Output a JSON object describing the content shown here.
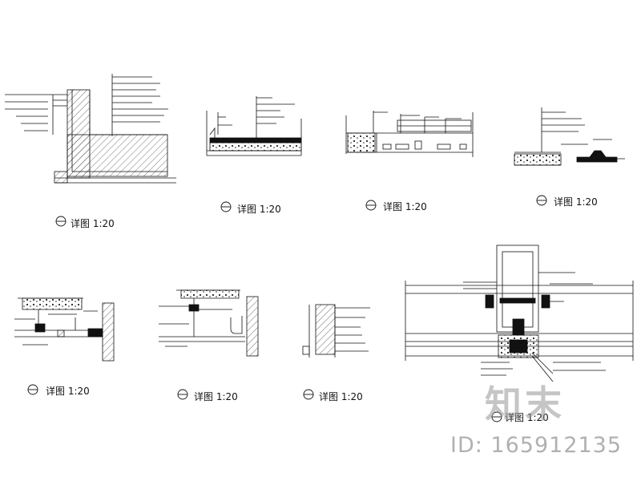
{
  "details": [
    {
      "id": "d1",
      "title": "详图 1:20"
    },
    {
      "id": "d2",
      "title": "详图 1:20"
    },
    {
      "id": "d3",
      "title": "详图 1:20"
    },
    {
      "id": "d4",
      "title": "详图 1:20"
    },
    {
      "id": "d5",
      "title": "详图 1:20"
    },
    {
      "id": "d6",
      "title": "详图 1:20"
    },
    {
      "id": "d7",
      "title": "详图 1:20"
    },
    {
      "id": "d8",
      "title": "详图 1:20"
    }
  ],
  "watermark": {
    "logo": "知末",
    "id": "ID: 165912135"
  }
}
